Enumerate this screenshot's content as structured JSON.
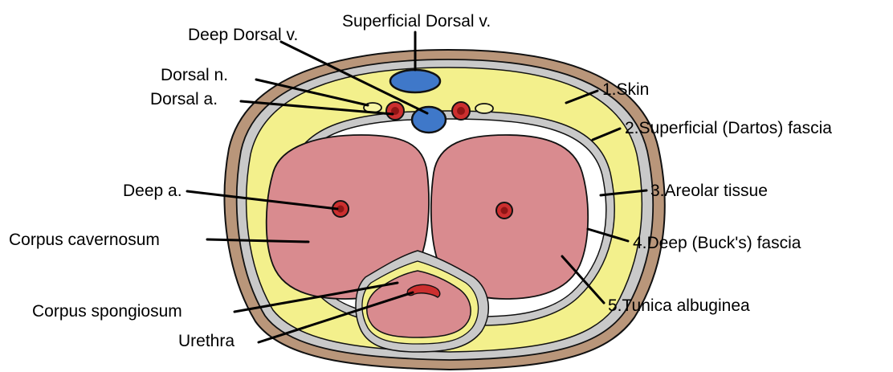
{
  "colors": {
    "skin": "#b9967a",
    "fascia_gray": "#c9c9c9",
    "areolar_yellow": "#f3f08c",
    "tunica_white": "#ffffff",
    "cavernosum_pink": "#d98b8f",
    "artery_red": "#cc2f2f",
    "vein_blue": "#3f78c9",
    "nerve_yellow": "#f7f5a6",
    "outline": "#111111"
  },
  "labels": {
    "superficial_dorsal_v": "Superficial Dorsal v.",
    "deep_dorsal_v": "Deep Dorsal v.",
    "dorsal_n": "Dorsal n.",
    "dorsal_a": "Dorsal a.",
    "deep_a": "Deep a.",
    "corpus_cavernosum": "Corpus cavernosum",
    "corpus_spongiosum": "Corpus spongiosum",
    "urethra": "Urethra",
    "skin": "1.Skin",
    "dartos_fascia": "2.Superficial (Dartos) fascia",
    "areolar_tissue": "3.Areolar tissue",
    "bucks_fascia": "4.Deep (Buck's) fascia",
    "tunica_albuginea": "5.Tunica albuginea"
  }
}
